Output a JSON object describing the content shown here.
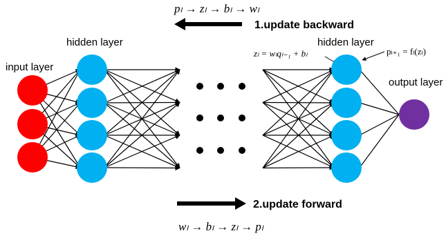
{
  "top_formula": "pₗ → zₗ → bₗ → wₗ",
  "backward_label": "1.update backward",
  "forward_label": "2.update forward",
  "bottom_formula": "wₗ → bₗ → zₗ → pₗ",
  "layers": {
    "input": "input layer",
    "hidden_left": "hidden layer",
    "hidden_right": "hidden layer",
    "output": "output layer"
  },
  "eq_z": "zₗ = wₗqₗ₋₁ + bₗ",
  "eq_p": "pₗ₊₁ = fₗ(zₗ)",
  "colors": {
    "input": "#ff0000",
    "hidden": "#00b0f0",
    "output": "#7030a0",
    "line": "#000000"
  }
}
